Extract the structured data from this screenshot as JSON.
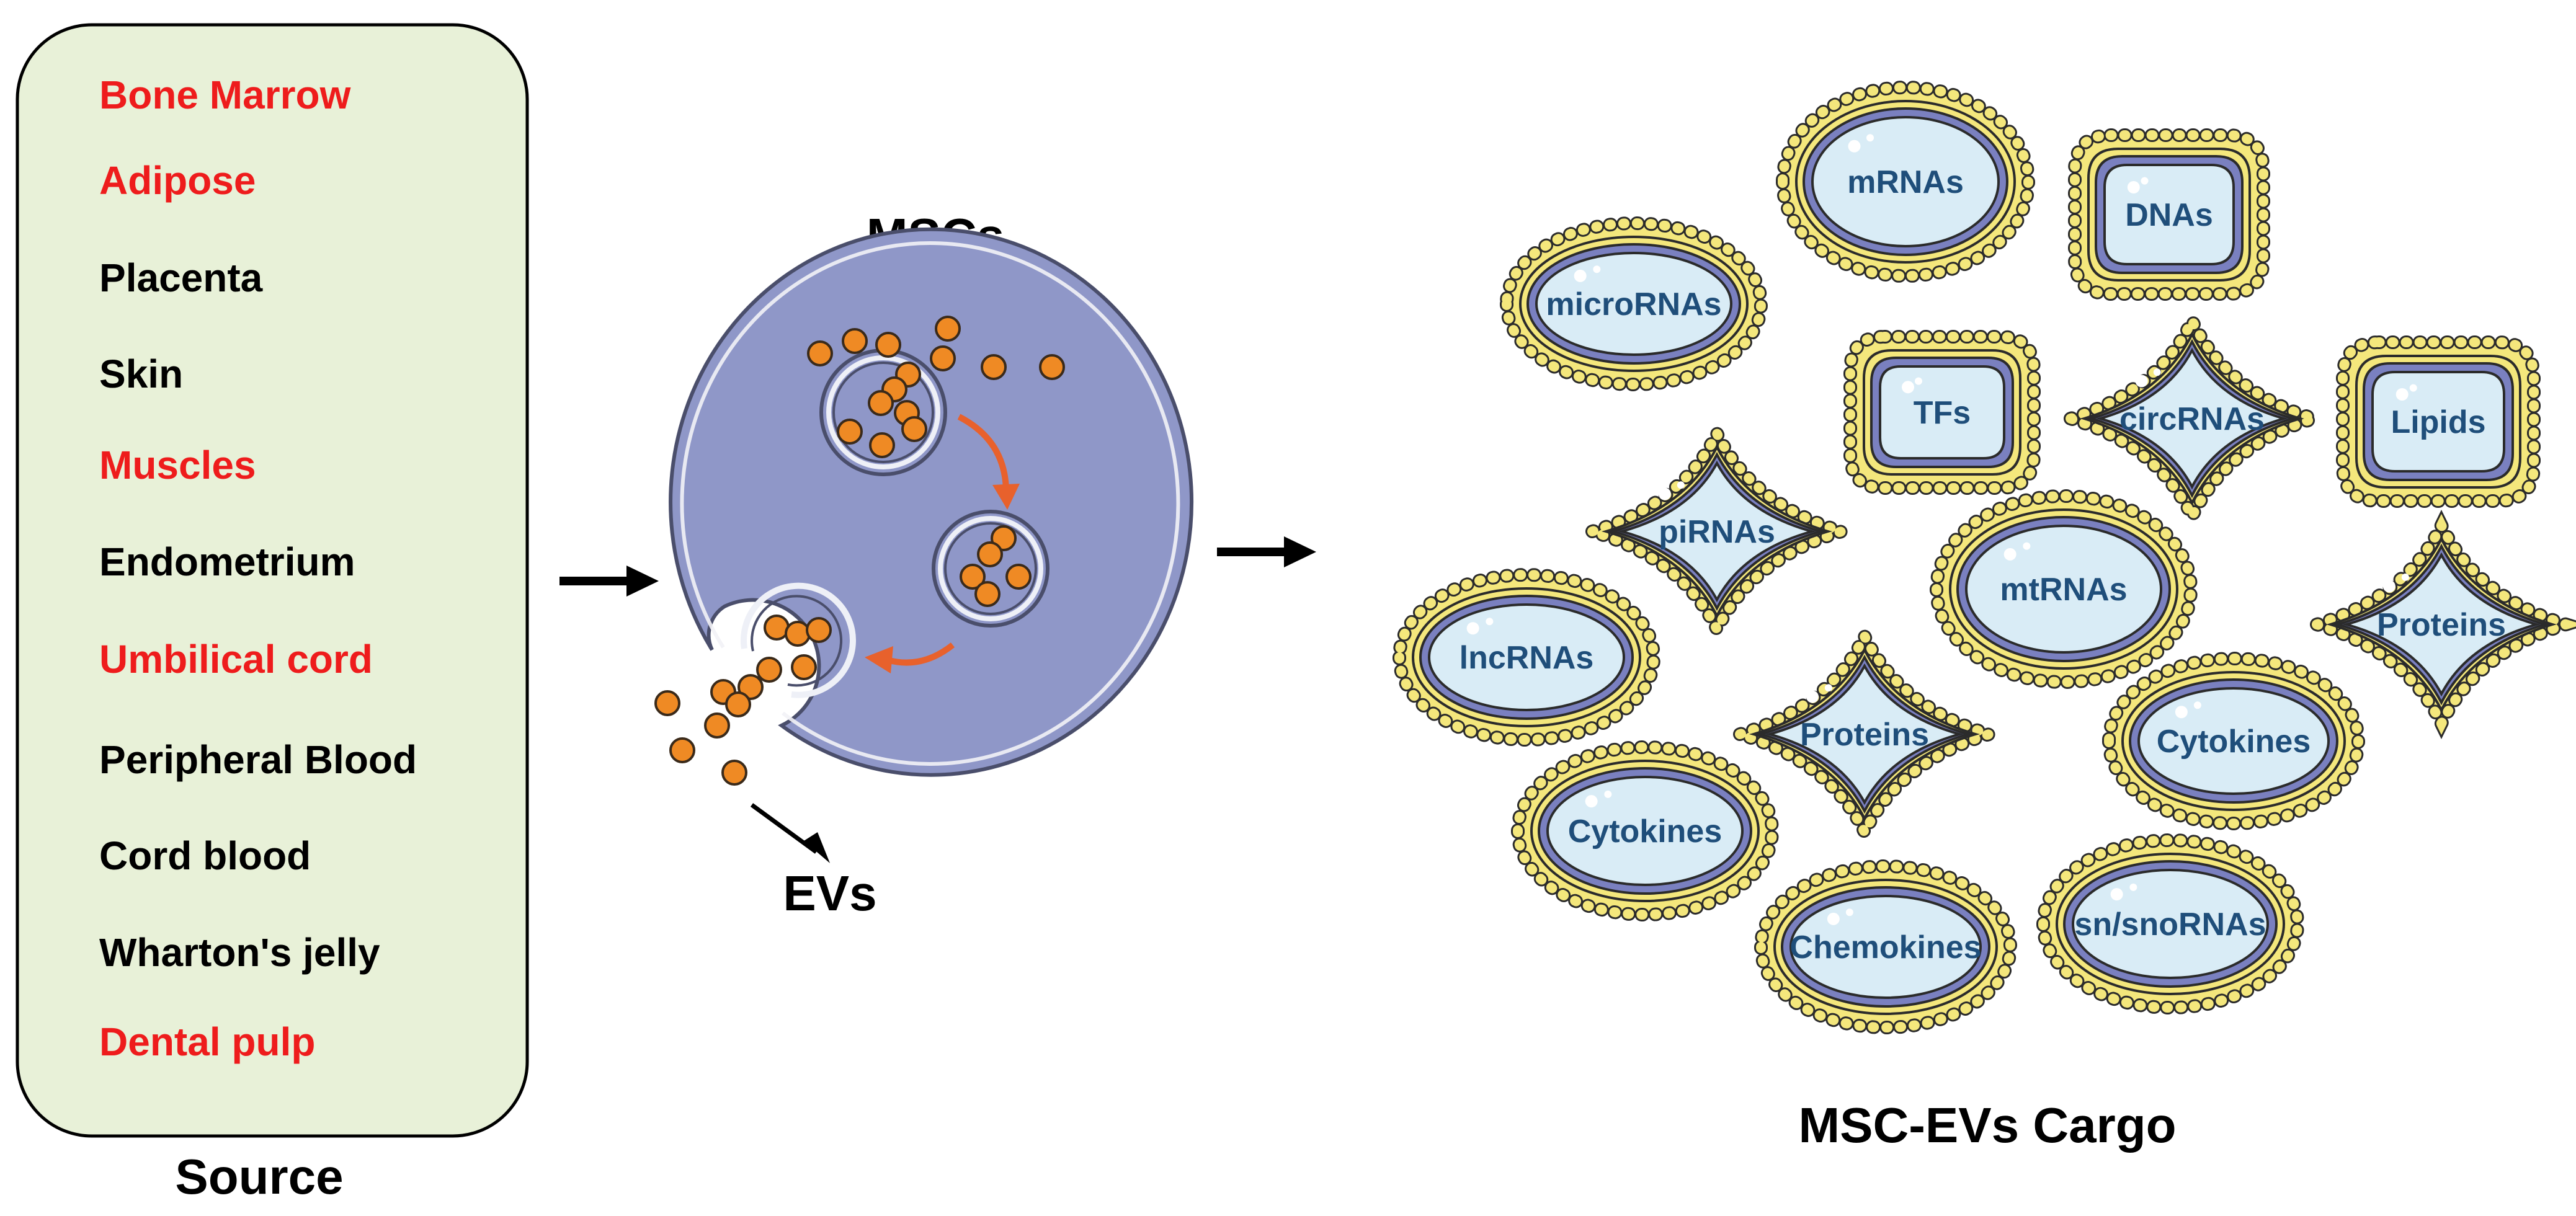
{
  "source": {
    "title": "Source",
    "items": [
      {
        "label": "Bone Marrow",
        "highlight": true
      },
      {
        "label": "Adipose",
        "highlight": true
      },
      {
        "label": "Placenta",
        "highlight": false
      },
      {
        "label": "Skin",
        "highlight": false
      },
      {
        "label": "Muscles",
        "highlight": true
      },
      {
        "label": "Endometrium",
        "highlight": false
      },
      {
        "label": "Umbilical cord",
        "highlight": true
      },
      {
        "label": "Peripheral Blood",
        "highlight": false
      },
      {
        "label": "Cord blood",
        "highlight": false
      },
      {
        "label": "Wharton's jelly",
        "highlight": false
      },
      {
        "label": "Dental pulp",
        "highlight": true
      }
    ]
  },
  "cell": {
    "title": "MSCs",
    "ev_label": "EVs"
  },
  "cargo": {
    "title": "MSC-EVs Cargo",
    "items": [
      {
        "label": "mRNAs",
        "shape": "round"
      },
      {
        "label": "DNAs",
        "shape": "square"
      },
      {
        "label": "microRNAs",
        "shape": "round"
      },
      {
        "label": "TFs",
        "shape": "square"
      },
      {
        "label": "circRNAs",
        "shape": "diamond"
      },
      {
        "label": "Lipids",
        "shape": "square"
      },
      {
        "label": "piRNAs",
        "shape": "diamond"
      },
      {
        "label": "mtRNAs",
        "shape": "round"
      },
      {
        "label": "Proteins",
        "shape": "diamond"
      },
      {
        "label": "lncRNAs",
        "shape": "round"
      },
      {
        "label": "Proteins",
        "shape": "diamond"
      },
      {
        "label": "Cytokines",
        "shape": "round"
      },
      {
        "label": "Cytokines",
        "shape": "round"
      },
      {
        "label": "Chemokines",
        "shape": "round"
      },
      {
        "label": "sn/snoRNAs",
        "shape": "round"
      }
    ]
  },
  "colors": {
    "source_box": "#e8f1d8",
    "highlight_text": "#ee1c1c",
    "normal_text": "#000000",
    "cell_body": "#8f97c8",
    "cell_outline": "#4a4e6b",
    "particle": "#ef8a24",
    "transport_arrow": "#e8612c",
    "membrane_beads": "#f4e77c",
    "membrane_band": "#7a80c0",
    "vesicle_lumen": "#d9ecf6",
    "cargo_text": "#1f4e7a"
  }
}
